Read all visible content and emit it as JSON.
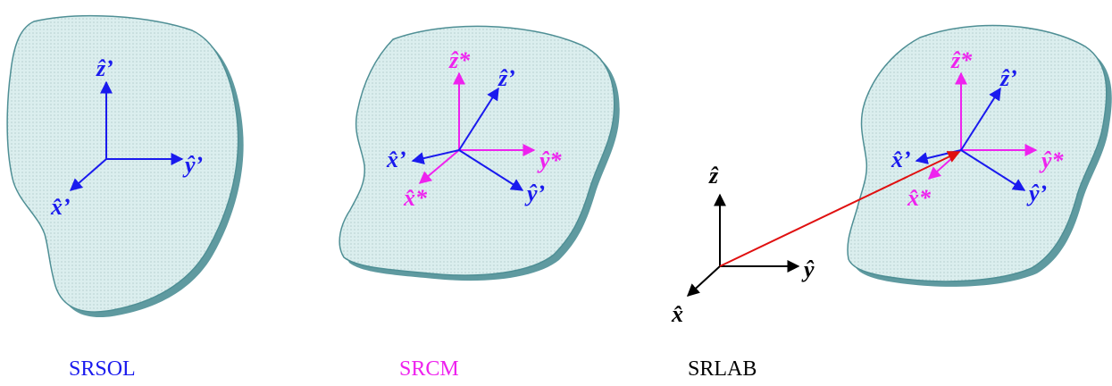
{
  "colors": {
    "solid": "#1a1aee",
    "cm": "#ee22ee",
    "lab": "#000000",
    "position_vector": "#e01010",
    "body_fill": "#dbeeee",
    "body_edge": "#4f8f95"
  },
  "captions": {
    "solid": "SRSOL",
    "cm": "SRCM",
    "lab": "SRLAB"
  },
  "axis_labels": {
    "solid": {
      "x": "x̂’",
      "y": "ŷ’",
      "z": "ẑ’"
    },
    "cm": {
      "x": "x̂*",
      "y": "ŷ*",
      "z": "ẑ*"
    },
    "lab": {
      "x": "x̂",
      "y": "ŷ",
      "z": "ẑ"
    }
  }
}
